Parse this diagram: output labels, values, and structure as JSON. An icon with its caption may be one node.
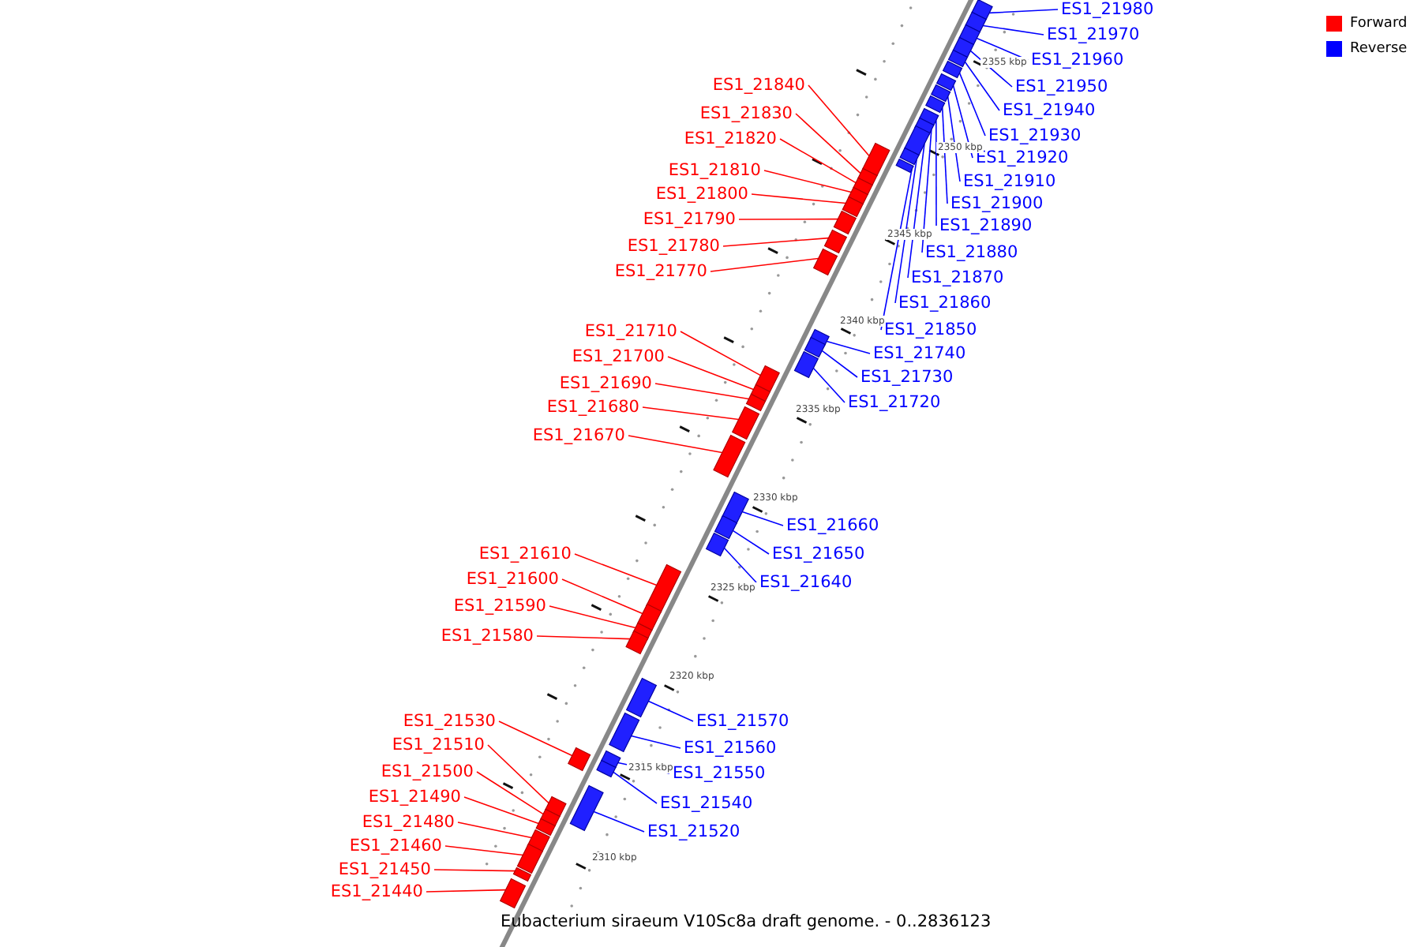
{
  "diagram": {
    "caption": "Eubacterium siraeum V10Sc8a draft genome. - 0..2836123",
    "nodes": [
      {
        "text": [
          "ES1_21980"
        ]
      },
      {
        "text": [],
        "shape": "bar"
      },
      {
        "text": [
          "ES1_21970"
        ]
      },
      {
        "text": [],
        "shape": "bar"
      },
      {
        "text": [
          "ES1_21960"
        ]
      },
      {
        "text": [],
        "shape": "bar"
      },
      {
        "text": [
          "ES1_21950"
        ]
      },
      {
        "text": [],
        "shape": "bar"
      },
      {
        "text": [
          "ES1_21940"
        ]
      },
      {
        "text": [],
        "shape": "bar"
      },
      {
        "text": [
          "ES1_21930"
        ]
      },
      {
        "text": [],
        "shape": "bar"
      },
      {
        "text": [
          "ES1_21920"
        ]
      },
      {
        "text": [],
        "shape": "bar"
      },
      {
        "text": [
          "ES1_21910"
        ]
      },
      {
        "text": [],
        "shape": "bar"
      },
      {
        "text": [
          "ES1_21900"
        ]
      },
      {
        "text": [],
        "shape": "bar"
      },
      {
        "text": [
          "ES1_21890"
        ]
      },
      {
        "text": [],
        "shape": "bar"
      },
      {
        "text": [
          "ES1_21880"
        ]
      },
      {
        "text": [],
        "shape": "bar"
      },
      {
        "text": [
          "ES1_21870"
        ]
      },
      {
        "text": [],
        "shape": "bar"
      },
      {
        "text": [
          "ES1_21860"
        ]
      },
      {
        "text": [],
        "shape": "bar"
      },
      {
        "text": [
          "ES1_21850"
        ]
      },
      {
        "text": [],
        "shape": "bar"
      },
      {
        "text": [
          "ES1_21840"
        ]
      },
      {
        "text": [],
        "shape": "bar"
      },
      {
        "text": [
          "ES1_21830"
        ]
      },
      {
        "text": [],
        "shape": "bar"
      },
      {
        "text": [
          "ES1_21820"
        ]
      },
      {
        "text": [],
        "shape": "bar"
      },
      {
        "text": [
          "ES1_21810"
        ]
      },
      {
        "text": [],
        "shape": "bar"
      },
      {
        "text": [
          "ES1_21800"
        ]
      },
      {
        "text": [],
        "shape": "bar"
      },
      {
        "text": [
          "ES1_21790"
        ]
      },
      {
        "text": [],
        "shape": "bar"
      },
      {
        "text": [
          "ES1_21780"
        ]
      },
      {
        "text": [],
        "shape": "bar"
      },
      {
        "text": [
          "ES1_21770"
        ]
      },
      {
        "text": [],
        "shape": "bar"
      },
      {
        "text": [
          "ES1_21740"
        ]
      },
      {
        "text": [],
        "shape": "bar"
      },
      {
        "text": [
          "ES1_21730"
        ]
      },
      {
        "text": [],
        "shape": "bar"
      },
      {
        "text": [
          "ES1_21720"
        ]
      },
      {
        "text": [],
        "shape": "bar"
      },
      {
        "text": [
          "ES1_21710"
        ]
      },
      {
        "text": [],
        "shape": "bar"
      },
      {
        "text": [
          "ES1_21700"
        ]
      },
      {
        "text": [],
        "shape": "bar"
      },
      {
        "text": [
          "ES1_21690"
        ]
      },
      {
        "text": [],
        "shape": "bar"
      },
      {
        "text": [
          "ES1_21680"
        ]
      },
      {
        "text": [],
        "shape": "bar"
      },
      {
        "text": [
          "ES1_21670"
        ]
      },
      {
        "text": [],
        "shape": "bar"
      },
      {
        "text": [
          "ES1_21660"
        ]
      },
      {
        "text": [],
        "shape": "bar"
      },
      {
        "text": [
          "ES1_21650"
        ]
      },
      {
        "text": [],
        "shape": "bar"
      },
      {
        "text": [
          "ES1_21640"
        ]
      },
      {
        "text": [],
        "shape": "bar"
      },
      {
        "text": [
          "ES1_21610"
        ]
      },
      {
        "text": [],
        "shape": "bar"
      },
      {
        "text": [
          "ES1_21600"
        ]
      },
      {
        "text": [],
        "shape": "bar"
      },
      {
        "text": [
          "ES1_21590"
        ]
      },
      {
        "text": [],
        "shape": "bar"
      },
      {
        "text": [
          "ES1_21580"
        ]
      },
      {
        "text": [],
        "shape": "bar"
      },
      {
        "text": [
          "ES1_21570"
        ]
      },
      {
        "text": [],
        "shape": "bar"
      },
      {
        "text": [
          "ES1_21560"
        ]
      },
      {
        "text": [],
        "shape": "bar"
      },
      {
        "text": [
          "ES1_21550"
        ]
      },
      {
        "text": [],
        "shape": "bar"
      },
      {
        "text": [
          "ES1_21540"
        ]
      },
      {
        "text": [],
        "shape": "bar"
      },
      {
        "text": [
          "ES1_21520"
        ]
      },
      {
        "text": [],
        "shape": "bar"
      },
      {
        "text": [
          "ES1_21530"
        ]
      },
      {
        "text": [],
        "shape": "bar"
      },
      {
        "text": [
          "ES1_21510"
        ]
      },
      {
        "text": [],
        "shape": "bar"
      },
      {
        "text": [
          "ES1_21500"
        ]
      },
      {
        "text": [],
        "shape": "bar"
      },
      {
        "text": [
          "ES1_21490"
        ]
      },
      {
        "text": [],
        "shape": "bar"
      },
      {
        "text": [
          "ES1_21480"
        ]
      },
      {
        "text": [],
        "shape": "bar"
      },
      {
        "text": [
          "ES1_21460"
        ]
      },
      {
        "text": [],
        "shape": "bar"
      },
      {
        "text": [
          "ES1_21450"
        ]
      },
      {
        "text": [],
        "shape": "bar"
      },
      {
        "text": [
          "ES1_21440"
        ]
      },
      {
        "text": [],
        "shape": "bar"
      }
    ],
    "edges": [
      {
        "from": 0,
        "to": 1,
        "arrow": "none",
        "color": "#0000ff"
      },
      {
        "from": 2,
        "to": 3,
        "arrow": "none",
        "color": "#0000ff"
      },
      {
        "from": 4,
        "to": 5,
        "arrow": "none",
        "color": "#0000ff"
      },
      {
        "from": 6,
        "to": 7,
        "arrow": "none",
        "color": "#0000ff"
      },
      {
        "from": 8,
        "to": 9,
        "arrow": "none",
        "color": "#0000ff"
      },
      {
        "from": 10,
        "to": 11,
        "arrow": "none",
        "color": "#0000ff"
      },
      {
        "from": 12,
        "to": 13,
        "arrow": "none",
        "color": "#0000ff"
      },
      {
        "from": 14,
        "to": 15,
        "arrow": "none",
        "color": "#0000ff"
      },
      {
        "from": 16,
        "to": 17,
        "arrow": "none",
        "color": "#0000ff"
      },
      {
        "from": 18,
        "to": 19,
        "arrow": "none",
        "color": "#0000ff"
      },
      {
        "from": 20,
        "to": 21,
        "arrow": "none",
        "color": "#0000ff"
      },
      {
        "from": 22,
        "to": 23,
        "arrow": "none",
        "color": "#0000ff"
      },
      {
        "from": 24,
        "to": 25,
        "arrow": "none",
        "color": "#0000ff"
      },
      {
        "from": 26,
        "to": 27,
        "arrow": "none",
        "color": "#0000ff"
      },
      {
        "from": 28,
        "to": 29,
        "arrow": "none",
        "color": "#ff0000"
      },
      {
        "from": 30,
        "to": 31,
        "arrow": "none",
        "color": "#ff0000"
      },
      {
        "from": 32,
        "to": 33,
        "arrow": "none",
        "color": "#ff0000"
      },
      {
        "from": 34,
        "to": 35,
        "arrow": "none",
        "color": "#ff0000"
      },
      {
        "from": 36,
        "to": 37,
        "arrow": "none",
        "color": "#ff0000"
      },
      {
        "from": 38,
        "to": 39,
        "arrow": "none",
        "color": "#ff0000"
      },
      {
        "from": 40,
        "to": 41,
        "arrow": "none",
        "color": "#ff0000"
      },
      {
        "from": 42,
        "to": 43,
        "arrow": "none",
        "color": "#ff0000"
      },
      {
        "from": 44,
        "to": 45,
        "arrow": "none",
        "color": "#0000ff"
      },
      {
        "from": 46,
        "to": 47,
        "arrow": "none",
        "color": "#0000ff"
      },
      {
        "from": 48,
        "to": 49,
        "arrow": "none",
        "color": "#0000ff"
      },
      {
        "from": 50,
        "to": 51,
        "arrow": "none",
        "color": "#ff0000"
      },
      {
        "from": 52,
        "to": 53,
        "arrow": "none",
        "color": "#ff0000"
      },
      {
        "from": 54,
        "to": 55,
        "arrow": "none",
        "color": "#ff0000"
      },
      {
        "from": 56,
        "to": 57,
        "arrow": "none",
        "color": "#ff0000"
      },
      {
        "from": 58,
        "to": 59,
        "arrow": "none",
        "color": "#ff0000"
      },
      {
        "from": 60,
        "to": 61,
        "arrow": "none",
        "color": "#0000ff"
      },
      {
        "from": 62,
        "to": 63,
        "arrow": "none",
        "color": "#0000ff"
      },
      {
        "from": 64,
        "to": 65,
        "arrow": "none",
        "color": "#0000ff"
      },
      {
        "from": 66,
        "to": 67,
        "arrow": "none",
        "color": "#ff0000"
      },
      {
        "from": 68,
        "to": 69,
        "arrow": "none",
        "color": "#ff0000"
      },
      {
        "from": 70,
        "to": 71,
        "arrow": "none",
        "color": "#ff0000"
      },
      {
        "from": 72,
        "to": 73,
        "arrow": "none",
        "color": "#ff0000"
      },
      {
        "from": 74,
        "to": 75,
        "arrow": "none",
        "color": "#0000ff"
      },
      {
        "from": 76,
        "to": 77,
        "arrow": "none",
        "color": "#0000ff"
      },
      {
        "from": 78,
        "to": 79,
        "arrow": "none",
        "color": "#0000ff"
      },
      {
        "from": 80,
        "to": 81,
        "arrow": "none",
        "color": "#0000ff"
      },
      {
        "from": 82,
        "to": 83,
        "arrow": "none",
        "color": "#0000ff"
      },
      {
        "from": 84,
        "to": 85,
        "arrow": "none",
        "color": "#ff0000"
      },
      {
        "from": 86,
        "to": 87,
        "arrow": "none",
        "color": "#ff0000"
      },
      {
        "from": 88,
        "to": 89,
        "arrow": "none",
        "color": "#ff0000"
      },
      {
        "from": 90,
        "to": 91,
        "arrow": "none",
        "color": "#ff0000"
      },
      {
        "from": 92,
        "to": 93,
        "arrow": "none",
        "color": "#ff0000"
      },
      {
        "from": 94,
        "to": 95,
        "arrow": "none",
        "color": "#ff0000"
      },
      {
        "from": 96,
        "to": 97,
        "arrow": "none",
        "color": "#ff0000"
      },
      {
        "from": 98,
        "to": 99,
        "arrow": "none",
        "color": "#ff0000"
      }
    ],
    "labels": [
      "2355 kbp",
      "2350 kbp",
      "2345 kbp",
      "2340 kbp",
      "2335 kbp",
      "2330 kbp",
      "2325 kbp",
      "2320 kbp",
      "2315 kbp",
      "2310 kbp"
    ],
    "legend": [
      {
        "text": "Forward",
        "color": "#ff0000"
      },
      {
        "text": "Reverse",
        "color": "#0000ff"
      }
    ]
  }
}
